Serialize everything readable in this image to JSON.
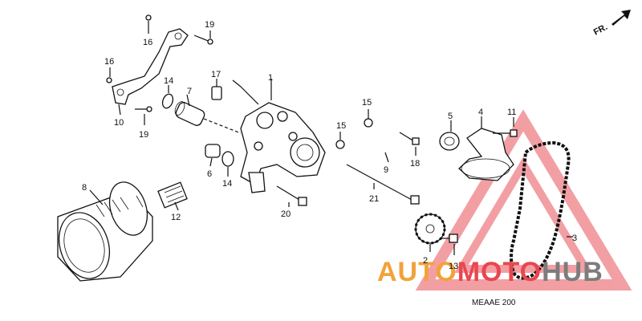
{
  "diagram": {
    "direction_label": "FR.",
    "diagram_code": "MEAAE 200",
    "callouts": [
      {
        "id": "c1",
        "text": "1"
      },
      {
        "id": "c2",
        "text": "2"
      },
      {
        "id": "c3",
        "text": "3"
      },
      {
        "id": "c4",
        "text": "4"
      },
      {
        "id": "c5",
        "text": "5"
      },
      {
        "id": "c6",
        "text": "6"
      },
      {
        "id": "c7",
        "text": "7"
      },
      {
        "id": "c8",
        "text": "8"
      },
      {
        "id": "c9",
        "text": "9"
      },
      {
        "id": "c10",
        "text": "10"
      },
      {
        "id": "c11",
        "text": "11"
      },
      {
        "id": "c12",
        "text": "12"
      },
      {
        "id": "c13",
        "text": "13"
      },
      {
        "id": "c14a",
        "text": "14"
      },
      {
        "id": "c14b",
        "text": "14"
      },
      {
        "id": "c15a",
        "text": "15"
      },
      {
        "id": "c15b",
        "text": "15"
      },
      {
        "id": "c16a",
        "text": "16"
      },
      {
        "id": "c16b",
        "text": "16"
      },
      {
        "id": "c17",
        "text": "17"
      },
      {
        "id": "c18",
        "text": "18"
      },
      {
        "id": "c19a",
        "text": "19"
      },
      {
        "id": "c19b",
        "text": "19"
      },
      {
        "id": "c20",
        "text": "20"
      },
      {
        "id": "c21",
        "text": "21"
      }
    ]
  },
  "watermark": {
    "part1": "AUTO",
    "part2": "MOTO",
    "part3": "HUB",
    "colors": {
      "orange": "#f2a23a",
      "red": "#e8474f",
      "gray": "#7c7c7c",
      "triangle": "#f08f95"
    }
  }
}
